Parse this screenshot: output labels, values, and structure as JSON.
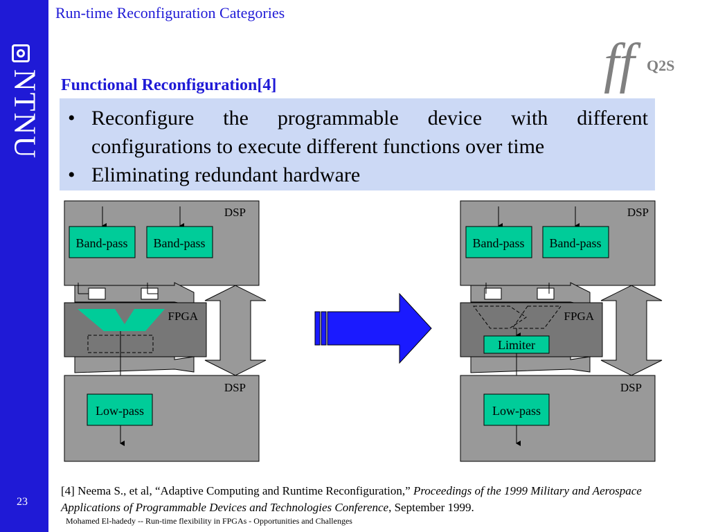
{
  "sidebar": {
    "brand": "NTNU",
    "slide_number": "23"
  },
  "slide_title": "Run-time Reconfiguration Categories",
  "logo_text": "Q2S",
  "section_title": "Functional Reconfiguration[4]",
  "bullets": [
    "Reconfigure the programmable device with different configurations to execute different functions over time",
    "Eliminating redundant hardware"
  ],
  "diagram": {
    "left": {
      "top_dsp_label": "DSP",
      "filters": [
        "Band-pass",
        "Band-pass"
      ],
      "fpga_label": "FPGA",
      "bottom_dsp_label": "DSP",
      "bottom_filter": "Low-pass"
    },
    "right": {
      "top_dsp_label": "DSP",
      "filters": [
        "Band-pass",
        "Band-pass"
      ],
      "fpga_label": "FPGA",
      "fpga_block": "Limiter",
      "bottom_dsp_label": "DSP",
      "bottom_filter": "Low-pass"
    },
    "colors": {
      "block_fill": "#00cc99",
      "dsp_fill": "#999999",
      "fpga_fill": "#777777",
      "arrow_fill": "#1a1aff"
    }
  },
  "reference": {
    "prefix": "[4] Neema S., et al, “Adaptive Computing and Runtime Reconfiguration,” ",
    "journal": "Proceedings of the 1999 Military and Aerospace Applications of Programmable Devices and Technologies Conference",
    "suffix": ", September 1999."
  },
  "footer": "Mohamed El-hadedy -- Run-time flexibility in FPGAs - Opportunities and Challenges"
}
